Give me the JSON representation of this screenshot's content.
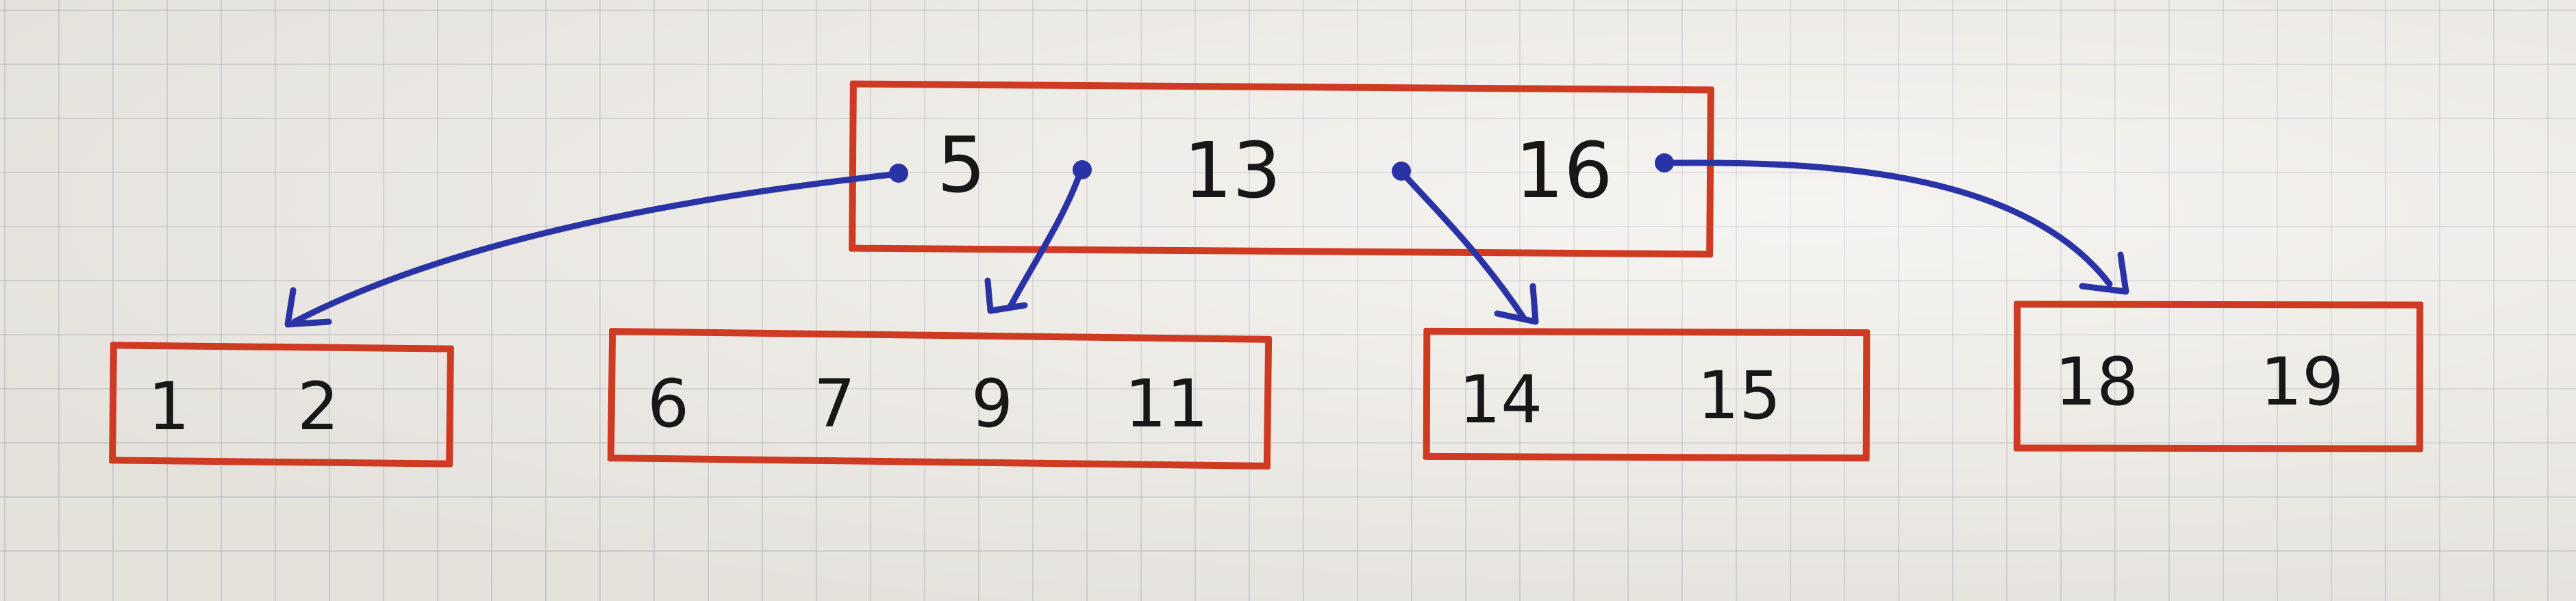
{
  "colors": {
    "node_border": "#cf3a22",
    "pointer_ink": "#2a33a6",
    "key_ink": "#171717"
  },
  "root": {
    "keys": [
      "5",
      "13",
      "16"
    ]
  },
  "children": [
    {
      "keys": [
        "1",
        "2"
      ]
    },
    {
      "keys": [
        "6",
        "7",
        "9",
        "11"
      ]
    },
    {
      "keys": [
        "14",
        "15"
      ]
    },
    {
      "keys": [
        "18",
        "19"
      ]
    }
  ]
}
